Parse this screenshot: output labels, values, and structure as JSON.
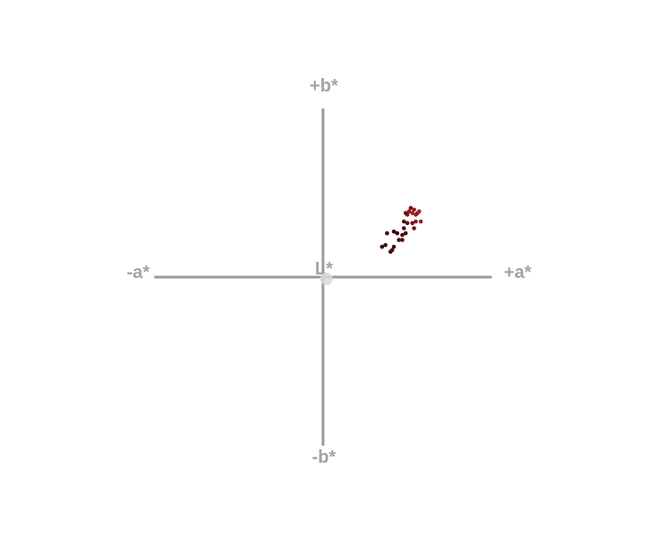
{
  "chart_data": {
    "type": "scatter",
    "title": "",
    "axis_labels": {
      "pos_b": "+b*",
      "neg_b": "-b*",
      "neg_a": "-a*",
      "pos_a": "+a*",
      "center": "L*"
    },
    "xlim": [
      -100,
      100
    ],
    "ylim": [
      -100,
      100
    ],
    "grid": false,
    "legend": "none",
    "colors": {
      "axis": "#9b9b9b",
      "label": "#a3a3a3",
      "origin": "#d9d9d9"
    },
    "points": [
      {
        "a": 51,
        "b": 39,
        "color": "#9c1b24"
      },
      {
        "a": 53,
        "b": 38,
        "color": "#a01d27"
      },
      {
        "a": 55,
        "b": 37,
        "color": "#9a1a22"
      },
      {
        "a": 56,
        "b": 38,
        "color": "#8e1820"
      },
      {
        "a": 54,
        "b": 40,
        "color": "#95191f"
      },
      {
        "a": 52,
        "b": 41,
        "color": "#7a1218"
      },
      {
        "a": 50,
        "b": 37,
        "color": "#84151c"
      },
      {
        "a": 57,
        "b": 39,
        "color": "#a32229"
      },
      {
        "a": 49,
        "b": 38,
        "color": "#6b0f15"
      },
      {
        "a": 48,
        "b": 33,
        "color": "#4d0a10"
      },
      {
        "a": 50,
        "b": 32,
        "color": "#5a0c12"
      },
      {
        "a": 53,
        "b": 32,
        "color": "#6e1117"
      },
      {
        "a": 55,
        "b": 33,
        "color": "#8a161d"
      },
      {
        "a": 58,
        "b": 33,
        "color": "#9b1d24"
      },
      {
        "a": 54,
        "b": 29,
        "color": "#6a1016"
      },
      {
        "a": 48,
        "b": 29,
        "color": "#440a0f"
      },
      {
        "a": 44,
        "b": 26,
        "color": "#3a070c"
      },
      {
        "a": 49,
        "b": 26,
        "color": "#4a0a10"
      },
      {
        "a": 47,
        "b": 25,
        "color": "#52090f"
      },
      {
        "a": 38,
        "b": 26,
        "color": "#3c080d"
      },
      {
        "a": 42,
        "b": 27,
        "color": "#360609"
      },
      {
        "a": 45,
        "b": 22,
        "color": "#4a0a10"
      },
      {
        "a": 47,
        "b": 22,
        "color": "#5b0d13"
      },
      {
        "a": 42,
        "b": 18,
        "color": "#420a0f"
      },
      {
        "a": 35,
        "b": 18,
        "color": "#3a070c"
      },
      {
        "a": 37,
        "b": 19,
        "color": "#46090e"
      },
      {
        "a": 40,
        "b": 15,
        "color": "#3f080d"
      },
      {
        "a": 41,
        "b": 16,
        "color": "#50090f"
      }
    ]
  }
}
